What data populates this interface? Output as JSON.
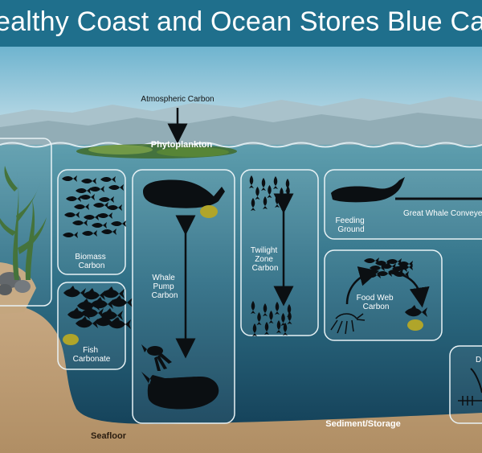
{
  "title": "ealthy Coast and Ocean Stores Blue Car",
  "labels": {
    "atmospheric_carbon": "Atmospheric Carbon",
    "phytoplankton": "Phytoplankton",
    "biomass_carbon": [
      "Biomass",
      "Carbon"
    ],
    "fish_carbonate": [
      "Fish",
      "Carbonate"
    ],
    "whale_pump_carbon": [
      "Whale",
      "Pump",
      "Carbon"
    ],
    "twilight_zone_carbon": [
      "Twilight",
      "Zone",
      "Carbon"
    ],
    "feeding_ground": [
      "Feeding",
      "Ground"
    ],
    "great_whale_conveyor": "Great Whale Conveyer",
    "food_web_carbon": [
      "Food Web",
      "Carbon"
    ],
    "partial_box_label": "D",
    "sediment_storage": "Sediment/Storage",
    "seafloor": "Seafloor"
  },
  "colors": {
    "title_bar": "#1f6f8c",
    "sky_top": "#73b8d3",
    "ocean_top": "#5f9fb0",
    "ocean_bottom": "#103a52",
    "seafloor": "#c4a67e",
    "silhouette": "#0b0f12",
    "poop": "#b0a52a"
  }
}
